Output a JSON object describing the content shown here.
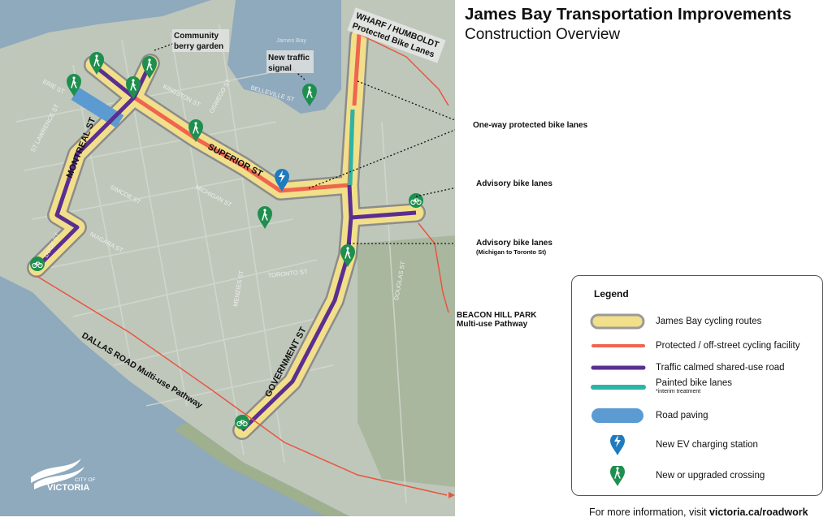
{
  "header": {
    "title": "James Bay Transportation Improvements",
    "subtitle": "Construction Overview"
  },
  "map": {
    "streets": {
      "montreal": "MONTREAL ST",
      "superior": "SUPERIOR ST",
      "government": "GOVERNMENT ST",
      "dallas": "DALLAS ROAD Multi-use Pathway",
      "wharf_line1": "WHARF / HUMBOLDT",
      "wharf_line2": "Protected Bike Lanes",
      "kingston": "KINGSTON ST",
      "oswego": "OSWEGO ST",
      "belleville": "BELLEVILLE ST",
      "erie": "ERIE ST",
      "st_lawrence": "ST LAWRENCE ST",
      "simcoe": "SIMCOE ST",
      "michigan": "MICHIGAN ST",
      "niagara": "NIAGARA ST",
      "dock": "DOCK ST",
      "toronto": "TORONTO ST",
      "menzies": "MENZIES ST",
      "douglas": "DOUGLAS ST",
      "james_bay": "James Bay"
    },
    "labels": {
      "berry_line1": "Community",
      "berry_line2": "berry garden",
      "signal_line1": "New traffic",
      "signal_line2": "signal",
      "beacon_line1": "BEACON HILL PARK",
      "beacon_line2": "Multi-use Pathway"
    },
    "logo": {
      "line1": "CITY OF",
      "line2": "VICTORIA"
    }
  },
  "callouts": {
    "one_way": "One-way protected bike lanes",
    "advisory_1": "Advisory bike lanes",
    "advisory_2": "Advisory bike lanes",
    "advisory_2_sub": "(Michigan to Toronto St)"
  },
  "legend": {
    "title": "Legend",
    "items": [
      {
        "id": "cycling-routes",
        "label": "James Bay cycling routes",
        "color": "#f2df8a",
        "border": "#9a9a9a"
      },
      {
        "id": "protected",
        "label": "Protected / off-street cycling facility",
        "color": "#f0654e"
      },
      {
        "id": "traffic-calmed",
        "label": "Traffic calmed shared-use road",
        "color": "#5b2e91"
      },
      {
        "id": "painted",
        "label": "Painted bike lanes",
        "note": "*interim treatment",
        "color": "#2bb5a6"
      },
      {
        "id": "paving",
        "label": "Road paving",
        "color": "#5b9bd2"
      },
      {
        "id": "ev",
        "label": "New EV charging station",
        "color": "#1f7bbf",
        "icon": "lightning-icon"
      },
      {
        "id": "crossing",
        "label": "New or upgraded crossing",
        "color": "#1e8f4e",
        "icon": "pedestrian-icon"
      }
    ]
  },
  "footer": {
    "prefix": "For more information, visit ",
    "link": "victoria.ca/roadwork"
  },
  "colors": {
    "water": "#8fa9bd",
    "land": "#bfc7bb",
    "route_fill": "#f2df8a",
    "protected": "#f0654e",
    "shared": "#5b2e91",
    "painted": "#2bb5a6",
    "paving": "#5b9bd2",
    "ev_marker": "#1f7bbf",
    "crossing_marker": "#1e8f4e"
  }
}
